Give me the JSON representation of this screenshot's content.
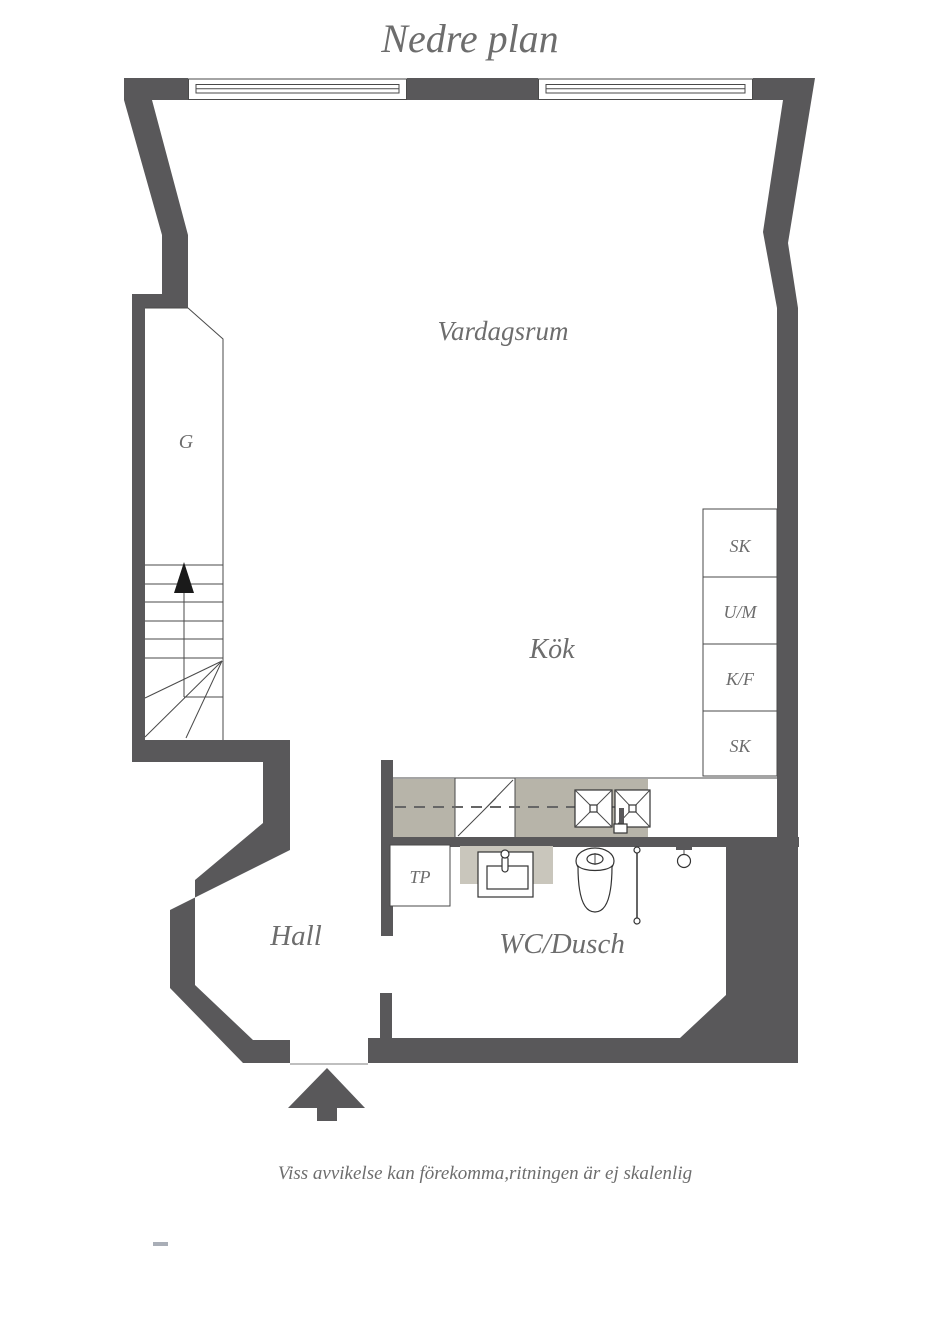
{
  "title": "Nedre plan",
  "rooms": {
    "living": "Vardagsrum",
    "kitchen": "Kök",
    "hall": "Hall",
    "wc": "WC/Dusch",
    "closet": "G"
  },
  "cabinets": [
    "SK",
    "U/M",
    "K/F",
    "SK"
  ],
  "fixtures": {
    "tp": "TP"
  },
  "footer": "Viss avvikelse kan förekomma,ritningen är ej skalenlig",
  "colors": {
    "wall": "#59585a",
    "line": "#4a4a4a",
    "counter": "#b7b4a9",
    "sink_pad": "#c9c6bc",
    "text": "#6d6d6d"
  }
}
